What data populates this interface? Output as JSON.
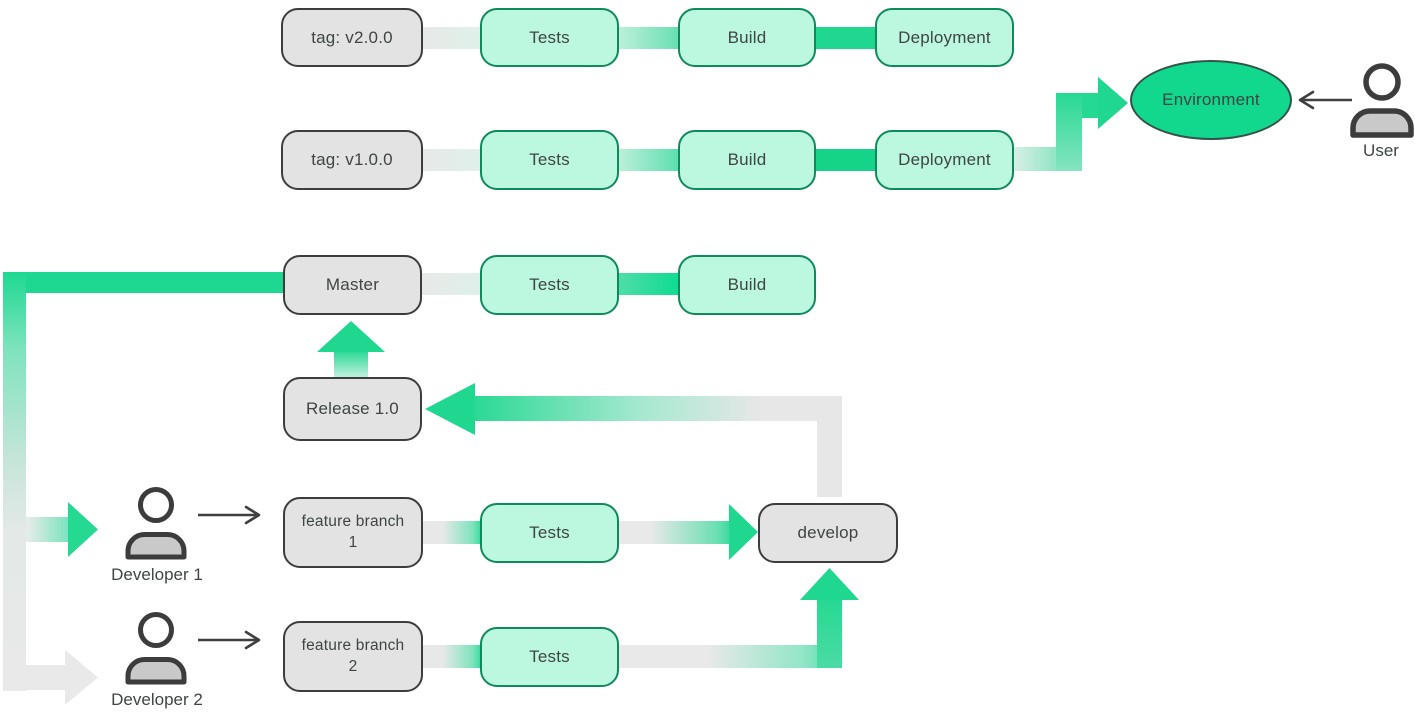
{
  "colors": {
    "bright_green": "#12d88e",
    "band_green": "#1ed891",
    "light_green_fill": "#bcf8e0",
    "green_border": "#0e8a5c",
    "gray_fill": "#e3e3e3",
    "gray_border": "#3d3d3d",
    "band_gray": "#e9e9e9",
    "text": "#3f4543"
  },
  "nodes": {
    "tag_v2": {
      "label": "tag: v2.0.0"
    },
    "tests_v2": {
      "label": "Tests"
    },
    "build_v2": {
      "label": "Build"
    },
    "deploy_v2": {
      "label": "Deployment"
    },
    "tag_v1": {
      "label": "tag: v1.0.0"
    },
    "tests_v1": {
      "label": "Tests"
    },
    "build_v1": {
      "label": "Build"
    },
    "deploy_v1": {
      "label": "Deployment"
    },
    "environment": {
      "label": "Environment"
    },
    "master": {
      "label": "Master"
    },
    "tests_master": {
      "label": "Tests"
    },
    "build_master": {
      "label": "Build"
    },
    "release": {
      "label": "Release 1.0"
    },
    "feature_branch_1": {
      "line1": "feature branch",
      "line2": "1"
    },
    "tests_fb1": {
      "label": "Tests"
    },
    "develop": {
      "label": "develop"
    },
    "feature_branch_2": {
      "line1": "feature branch",
      "line2": "2"
    },
    "tests_fb2": {
      "label": "Tests"
    }
  },
  "actors": {
    "developer1": {
      "label": "Developer 1"
    },
    "developer2": {
      "label": "Developer 2"
    },
    "user": {
      "label": "User"
    }
  }
}
